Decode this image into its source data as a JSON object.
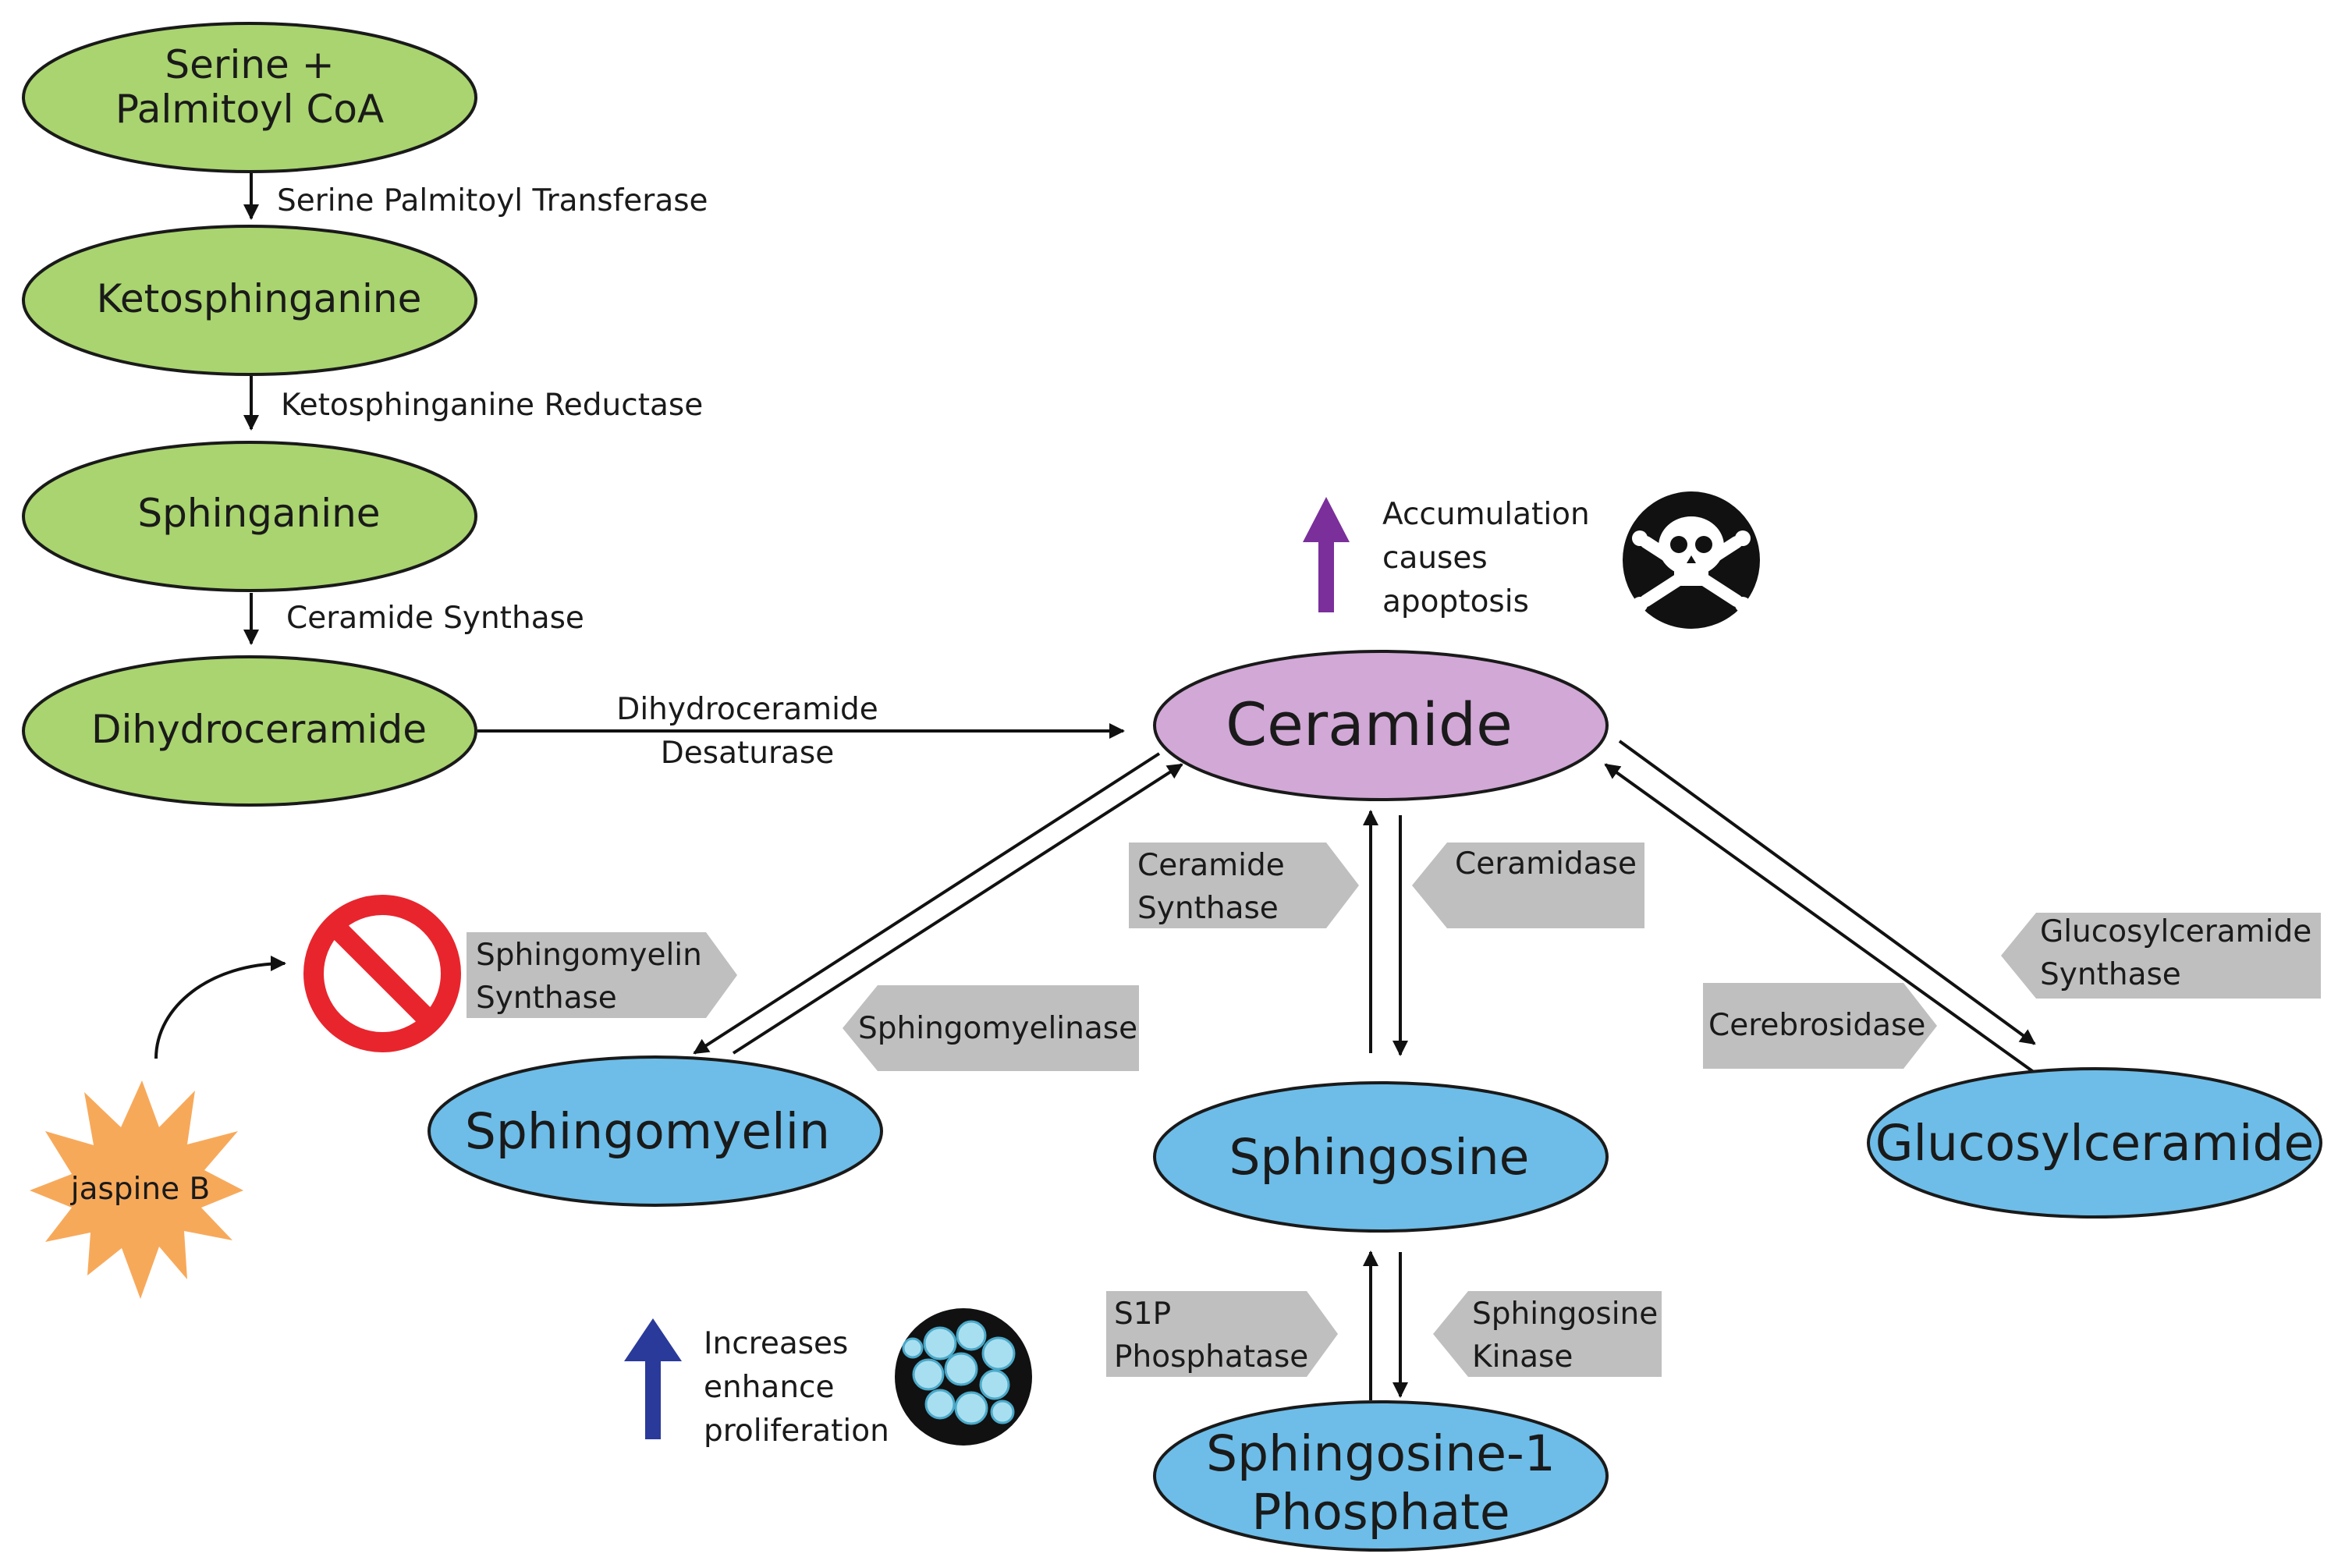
{
  "nodes": {
    "serine_palmitoyl_coa": [
      "Serine +",
      "Palmitoyl CoA"
    ],
    "ketosphinganine": "Ketosphinganine",
    "sphinganine": "Sphinganine",
    "dihydroceramide": "Dihydroceramide",
    "ceramide": "Ceramide",
    "sphingomyelin": "Sphingomyelin",
    "sphingosine": "Sphingosine",
    "glucosylceramide": "Glucosylceramide",
    "sphingosine_1_phosphate": [
      "Sphingosine-1",
      "Phosphate"
    ]
  },
  "enzymes": {
    "serine_palmitoyl_transferase": "Serine Palmitoyl Transferase",
    "ketosphinganine_reductase": "Ketosphinganine Reductase",
    "ceramide_synthase_top": "Ceramide Synthase",
    "dihydroceramide_desaturase": [
      "Dihydroceramide",
      "Desaturase"
    ],
    "ceramide_synthase": [
      "Ceramide",
      "Synthase"
    ],
    "ceramidase": "Ceramidase",
    "sphingomyelin_synthase": [
      "Sphingomyelin",
      "Synthase"
    ],
    "sphingomyelinase": "Sphingomyelinase",
    "glucosylceramide_synthase": [
      "Glucosylceramide",
      "Synthase"
    ],
    "cerebrosidase": "Cerebrosidase",
    "s1p_phosphatase": [
      "S1P",
      "Phosphatase"
    ],
    "sphingosine_kinase": [
      "Sphingosine",
      "Kinase"
    ]
  },
  "annotations": {
    "apoptosis": [
      "Accumulation",
      "causes",
      "apoptosis"
    ],
    "proliferation": [
      "Increases",
      "enhance",
      "proliferation"
    ],
    "inhibitor": "jaspine B"
  },
  "icons": {
    "apoptosis": "skull-crossbones-icon",
    "proliferation": "cells-icon",
    "inhibition": "prohibition-icon",
    "inhibitor": "starburst-icon"
  },
  "colors": {
    "precursor_fill": "#a9d46f",
    "ceramide_fill": "#d1a8d6",
    "metabolite_fill": "#6dbde8",
    "enzyme_tag": "#bfbfbf",
    "apoptosis_arrow": "#7a2f9b",
    "proliferation_arrow": "#2a3a9a",
    "inhibitor_fill": "#f7a95a",
    "prohibition": "#e8252d"
  }
}
